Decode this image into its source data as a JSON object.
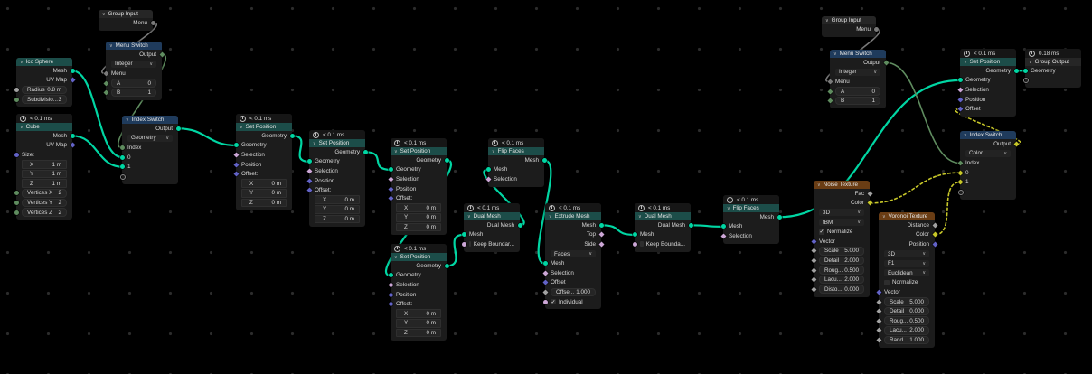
{
  "colors": {
    "geometry": "#00d6a3",
    "integer": "#5f8c5f",
    "menu": "#7a7a7a",
    "color": "#c7c729",
    "vector": "#6363c7",
    "bool": "#cca6d6",
    "float": "#a1a1a1",
    "header_geometry": "#1c4d49",
    "header_input": "#1f3b5c",
    "header_group": "#262626",
    "header_texture": "#6a3d14"
  },
  "nodes": [
    {
      "title": "Group Input",
      "hdr": "group",
      "rows": [
        {
          "k": "out",
          "label": "Menu",
          "s": "menu"
        }
      ]
    },
    {
      "title": "Menu Switch",
      "hdr": "input",
      "rows": [
        {
          "k": "out",
          "label": "Output",
          "s": "integer-d"
        },
        {
          "k": "dd",
          "label": "Integer"
        },
        {
          "k": "in",
          "label": "Menu",
          "s": "menu-d"
        },
        {
          "k": "field",
          "label": "A",
          "value": "0",
          "s": "integer-d"
        },
        {
          "k": "field",
          "label": "B",
          "value": "1",
          "s": "integer-d"
        }
      ]
    },
    {
      "title": "Ico Sphere",
      "hdr": "geometry",
      "rows": [
        {
          "k": "out",
          "label": "Mesh",
          "s": "geometry"
        },
        {
          "k": "out",
          "label": "UV Map",
          "s": "vector-d"
        },
        {
          "k": "field",
          "label": "Radius",
          "value": "0.8 m",
          "s": "float"
        },
        {
          "k": "field",
          "label": "Subdivisio...",
          "value": "3",
          "s": "integer"
        }
      ]
    },
    {
      "title": "Cube",
      "timing": "< 0.1 ms",
      "hdr": "geometry",
      "rows": [
        {
          "k": "out",
          "label": "Mesh",
          "s": "geometry"
        },
        {
          "k": "out",
          "label": "UV Map",
          "s": "vector-d"
        },
        {
          "k": "in",
          "label": "Size:",
          "s": "vector"
        },
        {
          "k": "sub",
          "label": "X",
          "value": "1 m"
        },
        {
          "k": "sub",
          "label": "Y",
          "value": "1 m"
        },
        {
          "k": "sub",
          "label": "Z",
          "value": "1 m"
        },
        {
          "k": "field",
          "label": "Vertices X",
          "value": "2",
          "s": "integer"
        },
        {
          "k": "field",
          "label": "Vertices Y",
          "value": "2",
          "s": "integer"
        },
        {
          "k": "field",
          "label": "Vertices Z",
          "value": "2",
          "s": "integer"
        }
      ]
    },
    {
      "title": "Index Switch",
      "hdr": "input",
      "rows": [
        {
          "k": "out",
          "label": "Output",
          "s": "geometry"
        },
        {
          "k": "dd",
          "label": "Geometry"
        },
        {
          "k": "in",
          "label": "Index",
          "s": "integer"
        },
        {
          "k": "in",
          "label": "0",
          "s": "geometry"
        },
        {
          "k": "in",
          "label": "1",
          "s": "geometry"
        },
        {
          "k": "empty",
          "s": "empty"
        }
      ]
    },
    {
      "title": "Set Position",
      "timing": "< 0.1 ms",
      "hdr": "geometry",
      "rows": [
        {
          "k": "out",
          "label": "Geometry",
          "s": "geometry"
        },
        {
          "k": "in",
          "label": "Geometry",
          "s": "geometry"
        },
        {
          "k": "in",
          "label": "Selection",
          "s": "bool-d"
        },
        {
          "k": "in",
          "label": "Position",
          "s": "vector-d"
        },
        {
          "k": "in",
          "label": "Offset:",
          "s": "vector-d"
        },
        {
          "k": "sub",
          "label": "X",
          "value": "0 m"
        },
        {
          "k": "sub",
          "label": "Y",
          "value": "0 m"
        },
        {
          "k": "sub",
          "label": "Z",
          "value": "0 m"
        }
      ]
    },
    {
      "title": "Set Position",
      "timing": "< 0.1 ms",
      "hdr": "geometry",
      "rows": [
        {
          "k": "out",
          "label": "Geometry",
          "s": "geometry"
        },
        {
          "k": "in",
          "label": "Geometry",
          "s": "geometry"
        },
        {
          "k": "in",
          "label": "Selection",
          "s": "bool-d"
        },
        {
          "k": "in",
          "label": "Position",
          "s": "vector-d"
        },
        {
          "k": "in",
          "label": "Offset:",
          "s": "vector-d"
        },
        {
          "k": "sub",
          "label": "X",
          "value": "0 m"
        },
        {
          "k": "sub",
          "label": "Y",
          "value": "0 m"
        },
        {
          "k": "sub",
          "label": "Z",
          "value": "0 m"
        }
      ]
    },
    {
      "title": "Set Position",
      "timing": "< 0.1 ms",
      "hdr": "geometry",
      "rows": [
        {
          "k": "out",
          "label": "Geometry",
          "s": "geometry"
        },
        {
          "k": "in",
          "label": "Geometry",
          "s": "geometry"
        },
        {
          "k": "in",
          "label": "Selection",
          "s": "bool-d"
        },
        {
          "k": "in",
          "label": "Position",
          "s": "vector-d"
        },
        {
          "k": "in",
          "label": "Offset:",
          "s": "vector-d"
        },
        {
          "k": "sub",
          "label": "X",
          "value": "0 m"
        },
        {
          "k": "sub",
          "label": "Y",
          "value": "0 m"
        },
        {
          "k": "sub",
          "label": "Z",
          "value": "0 m"
        }
      ]
    },
    {
      "title": "Set Position",
      "timing": "< 0.1 ms",
      "hdr": "geometry",
      "rows": [
        {
          "k": "out",
          "label": "Geometry",
          "s": "geometry"
        },
        {
          "k": "in",
          "label": "Geometry",
          "s": "geometry"
        },
        {
          "k": "in",
          "label": "Selection",
          "s": "bool-d"
        },
        {
          "k": "in",
          "label": "Position",
          "s": "vector-d"
        },
        {
          "k": "in",
          "label": "Offset:",
          "s": "vector-d"
        },
        {
          "k": "sub",
          "label": "X",
          "value": "0 m"
        },
        {
          "k": "sub",
          "label": "Y",
          "value": "0 m"
        },
        {
          "k": "sub",
          "label": "Z",
          "value": "0 m"
        }
      ]
    },
    {
      "title": "Flip Faces",
      "timing": "< 0.1 ms",
      "hdr": "geometry",
      "rows": [
        {
          "k": "out",
          "label": "Mesh",
          "s": "geometry"
        },
        {
          "k": "in",
          "label": "Mesh",
          "s": "geometry"
        },
        {
          "k": "in",
          "label": "Selection",
          "s": "bool-d"
        }
      ]
    },
    {
      "title": "Dual Mesh",
      "timing": "< 0.1 ms",
      "hdr": "geometry",
      "rows": [
        {
          "k": "out",
          "label": "Dual Mesh",
          "s": "geometry"
        },
        {
          "k": "in",
          "label": "Mesh",
          "s": "geometry"
        },
        {
          "k": "check",
          "label": "Keep Boundar...",
          "checked": false,
          "s": "bool"
        }
      ]
    },
    {
      "title": "Extrude Mesh",
      "timing": "< 0.1 ms",
      "hdr": "geometry",
      "rows": [
        {
          "k": "out",
          "label": "Mesh",
          "s": "geometry"
        },
        {
          "k": "out",
          "label": "Top",
          "s": "bool-d"
        },
        {
          "k": "out",
          "label": "Side",
          "s": "bool-d"
        },
        {
          "k": "dd",
          "label": "Faces"
        },
        {
          "k": "in",
          "label": "Mesh",
          "s": "geometry"
        },
        {
          "k": "in",
          "label": "Selection",
          "s": "bool-d"
        },
        {
          "k": "in",
          "label": "Offset",
          "s": "vector-d"
        },
        {
          "k": "field",
          "label": "Offse...",
          "value": "1.000",
          "s": "float-d"
        },
        {
          "k": "check",
          "label": "Individual",
          "checked": true,
          "s": "bool"
        }
      ]
    },
    {
      "title": "Dual Mesh",
      "timing": "< 0.1 ms",
      "hdr": "geometry",
      "rows": [
        {
          "k": "out",
          "label": "Dual Mesh",
          "s": "geometry"
        },
        {
          "k": "in",
          "label": "Mesh",
          "s": "geometry"
        },
        {
          "k": "check",
          "label": "Keep Bounda...",
          "checked": false,
          "s": "bool"
        }
      ]
    },
    {
      "title": "Flip Faces",
      "timing": "< 0.1 ms",
      "hdr": "geometry",
      "rows": [
        {
          "k": "out",
          "label": "Mesh",
          "s": "geometry"
        },
        {
          "k": "in",
          "label": "Mesh",
          "s": "geometry"
        },
        {
          "k": "in",
          "label": "Selection",
          "s": "bool-d"
        }
      ]
    },
    {
      "title": "Group Input",
      "hdr": "group",
      "rows": [
        {
          "k": "out",
          "label": "Menu",
          "s": "menu"
        }
      ]
    },
    {
      "title": "Menu Switch",
      "hdr": "input",
      "rows": [
        {
          "k": "out",
          "label": "Output",
          "s": "integer-d"
        },
        {
          "k": "dd",
          "label": "Integer"
        },
        {
          "k": "in",
          "label": "Menu",
          "s": "menu-d"
        },
        {
          "k": "field",
          "label": "A",
          "value": "0",
          "s": "integer-d"
        },
        {
          "k": "field",
          "label": "B",
          "value": "1",
          "s": "integer-d"
        }
      ]
    },
    {
      "title": "Set Position",
      "timing": "< 0.1 ms",
      "hdr": "geometry",
      "rows": [
        {
          "k": "out",
          "label": "Geometry",
          "s": "geometry"
        },
        {
          "k": "in",
          "label": "Geometry",
          "s": "geometry"
        },
        {
          "k": "in",
          "label": "Selection",
          "s": "bool-d"
        },
        {
          "k": "in",
          "label": "Position",
          "s": "vector-d"
        },
        {
          "k": "in",
          "label": "Offset",
          "s": "vector-d"
        }
      ]
    },
    {
      "title": "Group Output",
      "timing": "0.18 ms",
      "hdr": "group",
      "rows": [
        {
          "k": "in",
          "label": "Geometry",
          "s": "geometry"
        },
        {
          "k": "empty",
          "s": "empty"
        }
      ]
    },
    {
      "title": "Index Switch",
      "hdr": "input",
      "rows": [
        {
          "k": "out",
          "label": "Output",
          "s": "color-d"
        },
        {
          "k": "dd",
          "label": "Color"
        },
        {
          "k": "in",
          "label": "Index",
          "s": "integer-d"
        },
        {
          "k": "in",
          "label": "0",
          "s": "color-d"
        },
        {
          "k": "in",
          "label": "1",
          "s": "color-d"
        },
        {
          "k": "empty",
          "s": "empty"
        }
      ]
    },
    {
      "title": "Noise Texture",
      "hdr": "texture",
      "rows": [
        {
          "k": "out",
          "label": "Fac",
          "s": "float-d"
        },
        {
          "k": "out",
          "label": "Color",
          "s": "color-d"
        },
        {
          "k": "dd",
          "label": "3D"
        },
        {
          "k": "dd",
          "label": "fBM"
        },
        {
          "k": "check",
          "label": "Normalize",
          "checked": true
        },
        {
          "k": "in",
          "label": "Vector",
          "s": "vector-d"
        },
        {
          "k": "field",
          "label": "Scale",
          "value": "5.000",
          "s": "float-d"
        },
        {
          "k": "field",
          "label": "Detail",
          "value": "2.000",
          "s": "float-d"
        },
        {
          "k": "field",
          "label": "Roug...",
          "value": "0.500",
          "s": "float-d"
        },
        {
          "k": "field",
          "label": "Lacu...",
          "value": "2.000",
          "s": "float-d"
        },
        {
          "k": "field",
          "label": "Disto...",
          "value": "0.000",
          "s": "float-d"
        }
      ]
    },
    {
      "title": "Voronoi Texture",
      "hdr": "texture",
      "rows": [
        {
          "k": "out",
          "label": "Distance",
          "s": "float-d"
        },
        {
          "k": "out",
          "label": "Color",
          "s": "color-d"
        },
        {
          "k": "out",
          "label": "Position",
          "s": "vector-d"
        },
        {
          "k": "dd",
          "label": "3D"
        },
        {
          "k": "dd",
          "label": "F1"
        },
        {
          "k": "dd",
          "label": "Euclidean"
        },
        {
          "k": "check",
          "label": "Normalize",
          "checked": false
        },
        {
          "k": "in",
          "label": "Vector",
          "s": "vector-d"
        },
        {
          "k": "field",
          "label": "Scale",
          "value": "5.000",
          "s": "float-d"
        },
        {
          "k": "field",
          "label": "Detail",
          "value": "0.000",
          "s": "float-d"
        },
        {
          "k": "field",
          "label": "Roug...",
          "value": "0.500",
          "s": "float-d"
        },
        {
          "k": "field",
          "label": "Lacu...",
          "value": "2.000",
          "s": "float-d"
        },
        {
          "k": "field",
          "label": "Rand...",
          "value": "1.000",
          "s": "float-d"
        }
      ]
    }
  ],
  "links": [
    [
      0,
      0,
      1,
      2,
      "menu"
    ],
    [
      1,
      0,
      4,
      2,
      "integer"
    ],
    [
      2,
      0,
      4,
      3,
      "geometry"
    ],
    [
      3,
      0,
      4,
      4,
      "geometry"
    ],
    [
      4,
      0,
      5,
      1,
      "geometry"
    ],
    [
      5,
      0,
      6,
      1,
      "geometry"
    ],
    [
      6,
      0,
      7,
      1,
      "geometry"
    ],
    [
      7,
      0,
      8,
      1,
      "geometry"
    ],
    [
      8,
      0,
      10,
      1,
      "geometry"
    ],
    [
      10,
      0,
      9,
      1,
      "geometry"
    ],
    [
      9,
      0,
      11,
      4,
      "geometry"
    ],
    [
      11,
      0,
      12,
      1,
      "geometry"
    ],
    [
      12,
      0,
      13,
      1,
      "geometry"
    ],
    [
      13,
      0,
      16,
      1,
      "geometry"
    ],
    [
      16,
      0,
      17,
      0,
      "geometry"
    ],
    [
      14,
      0,
      15,
      2,
      "menu"
    ],
    [
      15,
      0,
      18,
      2,
      "integer"
    ],
    [
      19,
      1,
      18,
      3,
      "color"
    ],
    [
      20,
      1,
      18,
      4,
      "color"
    ],
    [
      18,
      0,
      16,
      4,
      "color"
    ]
  ]
}
